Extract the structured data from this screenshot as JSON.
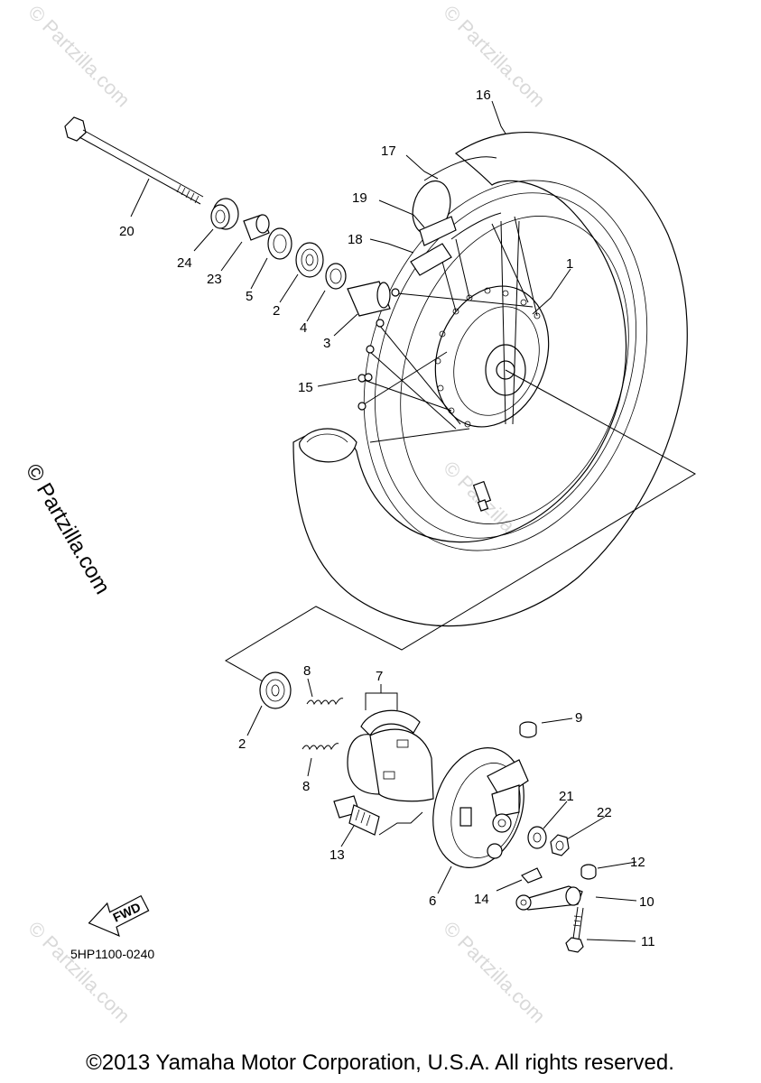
{
  "watermark": {
    "text": "© Partzilla.com",
    "side_text": "© Partzilla.com"
  },
  "diagram_code": "5HP1100-0240",
  "fwd_label": "FWD",
  "copyright": "©2013 Yamaha Motor Corporation, U.S.A. All rights reserved.",
  "callouts": [
    "1",
    "2",
    "2",
    "3",
    "4",
    "5",
    "6",
    "7",
    "8",
    "8",
    "9",
    "10",
    "11",
    "12",
    "13",
    "14",
    "15",
    "16",
    "17",
    "18",
    "19",
    "20",
    "21",
    "22",
    "23",
    "24"
  ]
}
